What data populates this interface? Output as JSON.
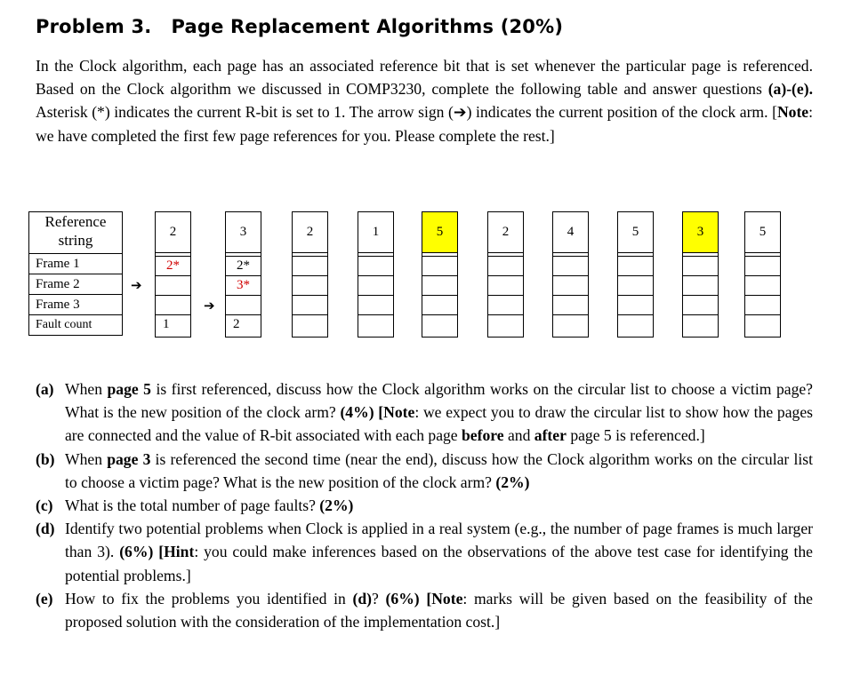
{
  "title": {
    "number": "Problem 3.",
    "text": "Page Replacement Algorithms (20%)"
  },
  "intro": {
    "s1": "In the Clock algorithm, each page has an associated reference bit that is set whenever the particular page is referenced. Based on the Clock algorithm we discussed in COMP3230, complete the following table and answer questions ",
    "s1b": "(a)-(e).",
    "s2": " Asterisk (*) indicates the current R-bit is set to 1. The arrow sign (➔) indicates the current position of the clock arm. ",
    "note_open": "[",
    "note_label": "Note",
    "note_text": ": we have completed the first few page references for you. Please complete the rest.]"
  },
  "table": {
    "header_line1": "Reference",
    "header_line2": "string",
    "rows": [
      "Frame 1",
      "Frame 2",
      "Frame 3",
      "Fault count"
    ],
    "arrow_glyph": "➔",
    "columns": [
      {
        "ref": "2",
        "f1": "2*",
        "f2": "",
        "f3": "",
        "fault": "1",
        "highlight": false
      },
      {
        "ref": "3",
        "f1": "2*",
        "f2": "3*",
        "f3": "",
        "fault": "2",
        "highlight": false
      },
      {
        "ref": "2",
        "f1": "",
        "f2": "",
        "f3": "",
        "fault": "",
        "highlight": false
      },
      {
        "ref": "1",
        "f1": "",
        "f2": "",
        "f3": "",
        "fault": "",
        "highlight": false
      },
      {
        "ref": "5",
        "f1": "",
        "f2": "",
        "f3": "",
        "fault": "",
        "highlight": true
      },
      {
        "ref": "2",
        "f1": "",
        "f2": "",
        "f3": "",
        "fault": "",
        "highlight": false
      },
      {
        "ref": "4",
        "f1": "",
        "f2": "",
        "f3": "",
        "fault": "",
        "highlight": false
      },
      {
        "ref": "5",
        "f1": "",
        "f2": "",
        "f3": "",
        "fault": "",
        "highlight": false
      },
      {
        "ref": "3",
        "f1": "",
        "f2": "",
        "f3": "",
        "fault": "",
        "highlight": true
      },
      {
        "ref": "5",
        "f1": "",
        "f2": "",
        "f3": "",
        "fault": "",
        "highlight": false
      }
    ]
  },
  "questions": {
    "a": {
      "label": "(a)",
      "t1": "When ",
      "b1": "page 5",
      "t2": " is first referenced, discuss how the Clock algorithm works on the circular list to choose a victim page? What is the new position of the clock arm? ",
      "b2": "(4%) [Note",
      "t3": ": we expect you to draw the circular list to show how the pages are connected and the value of R-bit associated with each page ",
      "b3": "before",
      "t4": " and ",
      "b4": "after",
      "t5": " page 5 is referenced.]"
    },
    "b": {
      "label": "(b)",
      "t1": "When ",
      "b1": "page 3",
      "t2": " is referenced the second time (near the end), discuss how the Clock algorithm works on the circular list to choose a victim page? What is the new position of the clock arm? ",
      "b2": "(2%)"
    },
    "c": {
      "label": "(c)",
      "t1": "What is the total number of page faults? ",
      "b1": "(2%)"
    },
    "d": {
      "label": "(d)",
      "t1": "Identify two potential problems when Clock is applied in a real system (e.g., the number of page frames is much larger than 3). ",
      "b1": "(6%) [Hint",
      "t2": ": you could make inferences based on the observations of the above test case for identifying the potential problems.]"
    },
    "e": {
      "label": "(e)",
      "t1": "How to fix the problems you identified in ",
      "b1": "(d)",
      "t2": "? ",
      "b2": "(6%) [Note",
      "t3": ": marks will be given based on the feasibility of the proposed solution with the consideration of the implementation cost.]"
    }
  },
  "colors": {
    "highlight": "#ffff00",
    "red_entry": "#d00000"
  }
}
